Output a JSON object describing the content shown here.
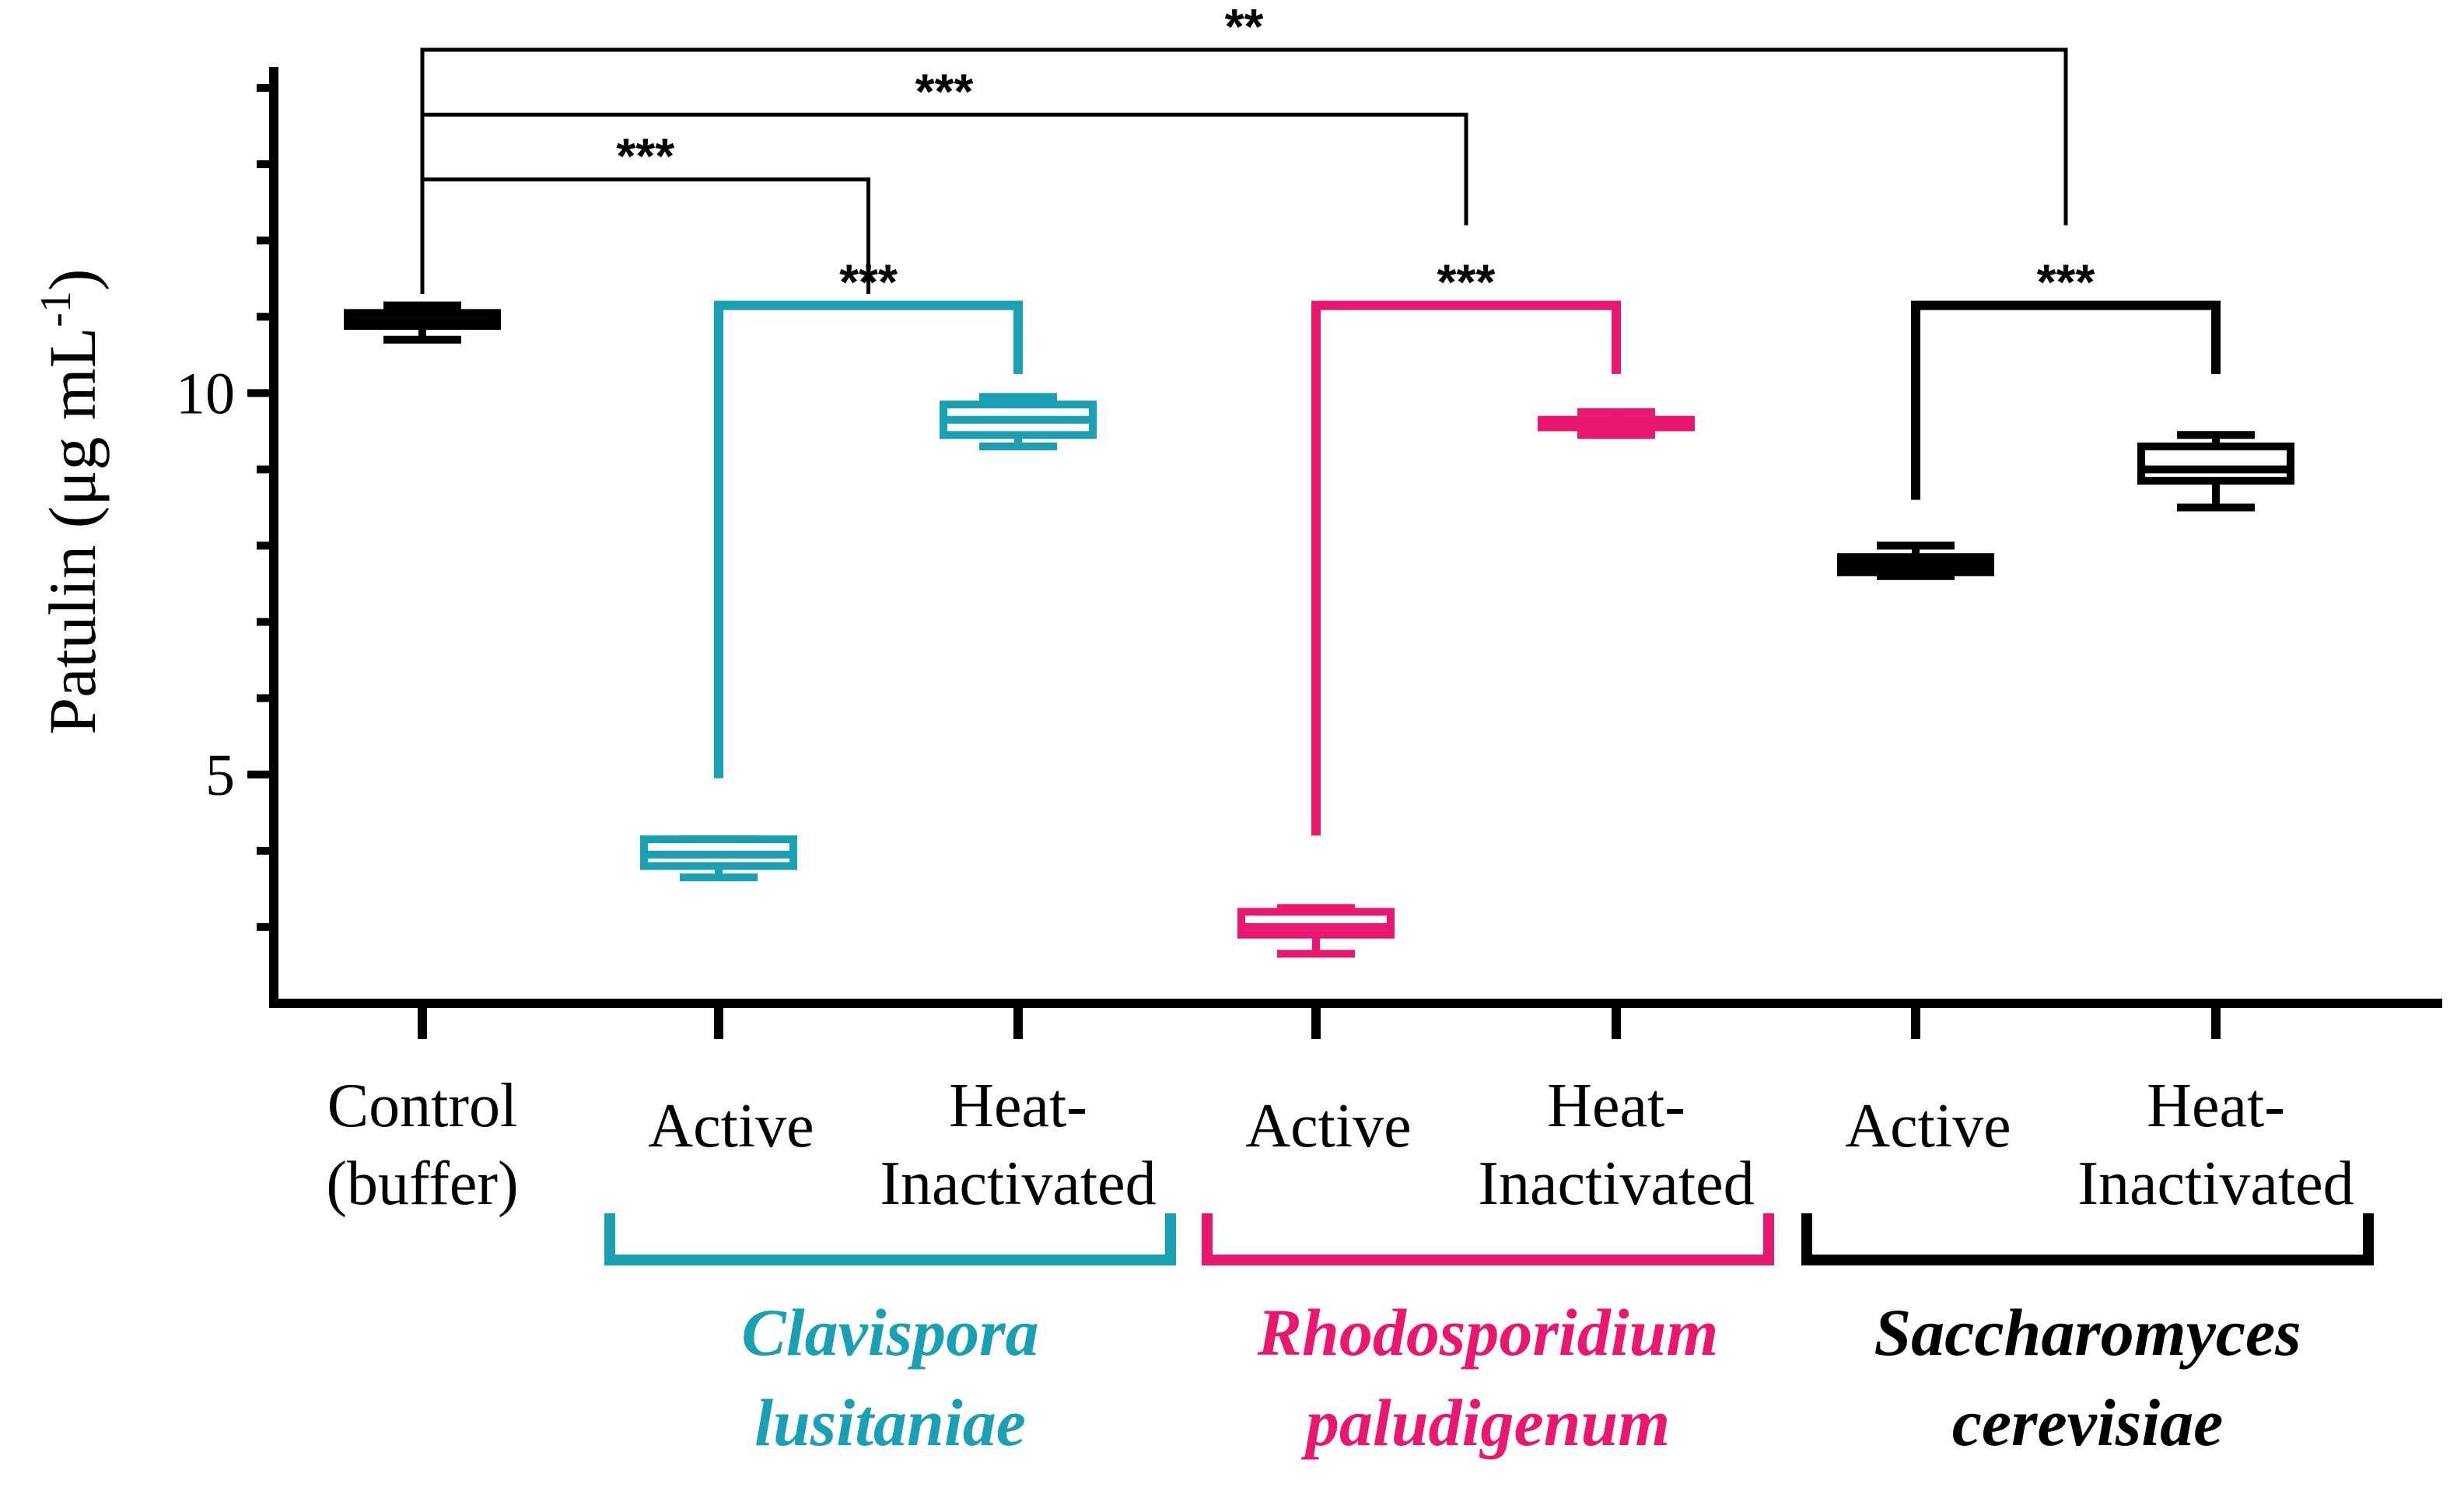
{
  "chart_data": {
    "type": "box",
    "title": "",
    "xlabel": "",
    "ylabel": "Patulin  (μg mL",
    "ylabel_superscript": "-1",
    "ylabel_close": ")",
    "ylim": [
      2.0,
      14.5
    ],
    "yticks": [
      {
        "value": 5,
        "label": "5"
      },
      {
        "value": 10,
        "label": "10"
      }
    ],
    "categories": [
      {
        "line1": "Control",
        "line2": "(buffer)"
      },
      {
        "line1": "Active",
        "line2": ""
      },
      {
        "line1": "Heat-",
        "line2": "Inactivated"
      },
      {
        "line1": "Active",
        "line2": ""
      },
      {
        "line1": "Heat-",
        "line2": "Inactivated"
      },
      {
        "line1": "Active",
        "line2": ""
      },
      {
        "line1": "Heat-",
        "line2": "Inactivated"
      }
    ],
    "boxes": [
      {
        "min": 10.7,
        "q1": 10.88,
        "median": 10.95,
        "q3": 11.05,
        "max": 11.15,
        "color": "#000000"
      },
      {
        "min": 3.65,
        "q1": 3.8,
        "median": 3.95,
        "q3": 4.15,
        "max": 4.15,
        "color": "#1a9fb3"
      },
      {
        "min": 9.3,
        "q1": 9.45,
        "median": 9.65,
        "q3": 9.85,
        "max": 9.95,
        "color": "#1a9fb3"
      },
      {
        "min": 2.65,
        "q1": 2.9,
        "median": 3.0,
        "q3": 3.2,
        "max": 3.25,
        "color": "#e8176f"
      },
      {
        "min": 9.45,
        "q1": 9.55,
        "median": 9.6,
        "q3": 9.65,
        "max": 9.75,
        "color": "#e8176f"
      },
      {
        "min": 7.6,
        "q1": 7.65,
        "median": 7.75,
        "q3": 7.85,
        "max": 8.0,
        "color": "#000000"
      },
      {
        "min": 8.5,
        "q1": 8.85,
        "median": 9.0,
        "q3": 9.3,
        "max": 9.45,
        "color": "#000000"
      }
    ],
    "comparisons": [
      {
        "from": 0,
        "to": 1.5,
        "label": "***",
        "drop_from": 11.3,
        "drop_to": 11.3,
        "level": 12.8,
        "color": "#000000"
      },
      {
        "from": 0,
        "to": 3.5,
        "label": "***",
        "drop_from": 11.3,
        "drop_to": 12.2,
        "level": 13.65,
        "color": "#000000"
      },
      {
        "from": 0,
        "to": 5.5,
        "label": "**",
        "drop_from": 11.3,
        "drop_to": 12.2,
        "level": 14.5,
        "color": "#000000"
      },
      {
        "from": 1,
        "to": 2,
        "label": "***",
        "drop_from": 4.95,
        "drop_to": 10.25,
        "level": 11.15,
        "color": "#1a9fb3"
      },
      {
        "from": 3,
        "to": 4,
        "label": "***",
        "drop_from": 4.2,
        "drop_to": 10.25,
        "level": 11.15,
        "color": "#e8176f"
      },
      {
        "from": 5,
        "to": 6,
        "label": "***",
        "drop_from": 8.6,
        "drop_to": 10.25,
        "level": 11.15,
        "color": "#000000"
      }
    ],
    "species_groups": [
      {
        "line1": "Clavispora",
        "line2": "lusitaniae",
        "from": 1,
        "to": 2,
        "color": "#1a9fb3"
      },
      {
        "line1": "Rhodosporidium",
        "line2": "paludigenum",
        "from": 3,
        "to": 4,
        "color": "#e8176f"
      },
      {
        "line1": "Saccharomyces",
        "line2": "cerevisiae",
        "from": 5,
        "to": 6,
        "color": "#000000"
      }
    ]
  }
}
